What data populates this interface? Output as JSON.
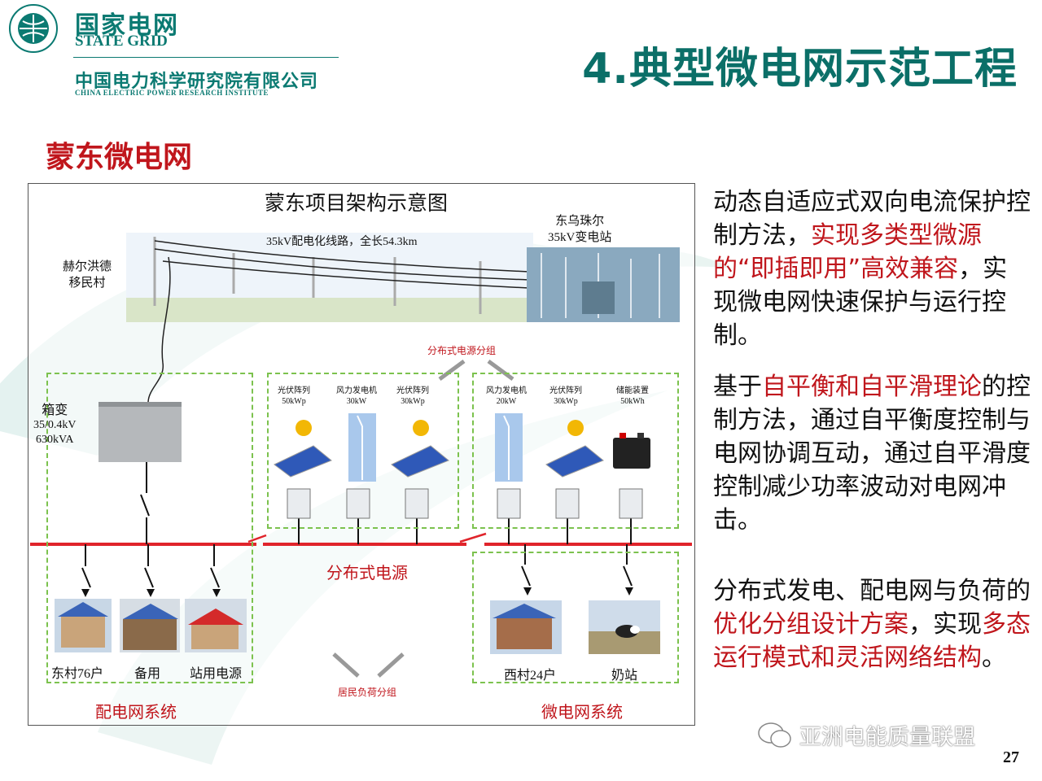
{
  "header": {
    "logo_cn": "国家电网",
    "logo_en": "STATE GRID",
    "institute_cn": "中国电力科学研究院有限公司",
    "institute_en": "CHINA ELECTRIC POWER RESEARCH INSTITUTE",
    "slide_title": "4.典型微电网示范工程"
  },
  "section_title": "蒙东微电网",
  "diagram": {
    "title": "蒙东项目架构示意图",
    "line_label": "35kV配电化线路，全长54.3km",
    "village_left": [
      "赫尔洪德",
      "移民村"
    ],
    "substation": [
      "东乌珠尔",
      "35kV变电站"
    ],
    "dg_group_label": "分布式电源分组",
    "transformer": [
      "箱变",
      "35/0.4kV",
      "630kVA"
    ],
    "sources": [
      {
        "name": "光伏阵列",
        "rating": "50kWp",
        "kind": "pv"
      },
      {
        "name": "风力发电机",
        "rating": "30kW",
        "kind": "wind"
      },
      {
        "name": "光伏阵列",
        "rating": "30kWp",
        "kind": "pv"
      },
      {
        "name": "风力发电机",
        "rating": "20kW",
        "kind": "wind"
      },
      {
        "name": "光伏阵列",
        "rating": "30kWp",
        "kind": "pv"
      },
      {
        "name": "储能装置",
        "rating": "50kWh",
        "kind": "battery"
      }
    ],
    "dg_label": "分布式电源",
    "loads": [
      "东村76户",
      "备用",
      "站用电源",
      "西村24户",
      "奶站"
    ],
    "load_group_label": "居民负荷分组",
    "sys_left": "配电网系统",
    "sys_right": "微电网系统"
  },
  "paragraphs": [
    [
      {
        "t": "动态自适应式双向电流保护控制方法，",
        "red": false
      },
      {
        "t": "实现多类型微源的“即插即用”高效兼容",
        "red": true
      },
      {
        "t": "，实现微电网快速保护与运行控制。",
        "red": false
      }
    ],
    [
      {
        "t": "基于",
        "red": false
      },
      {
        "t": "自平衡和自平滑理论",
        "red": true
      },
      {
        "t": "的控制方法，通过自平衡度控制与电网协调互动，通过自平滑度控制减少功率波动对电网冲击。",
        "red": false
      }
    ],
    [
      {
        "t": "分布式发电、配电网与负荷的",
        "red": false
      },
      {
        "t": "优化分组设计方案",
        "red": true
      },
      {
        "t": "，实现",
        "red": false
      },
      {
        "t": "多态运行模式和灵活网络结构",
        "red": true
      },
      {
        "t": "。",
        "red": false
      }
    ]
  ],
  "watermark": "亚洲电能质量联盟",
  "page_number": "27",
  "colors": {
    "teal": "#0b7a72",
    "red": "#c0161c",
    "green_dash": "#7cc24e"
  }
}
